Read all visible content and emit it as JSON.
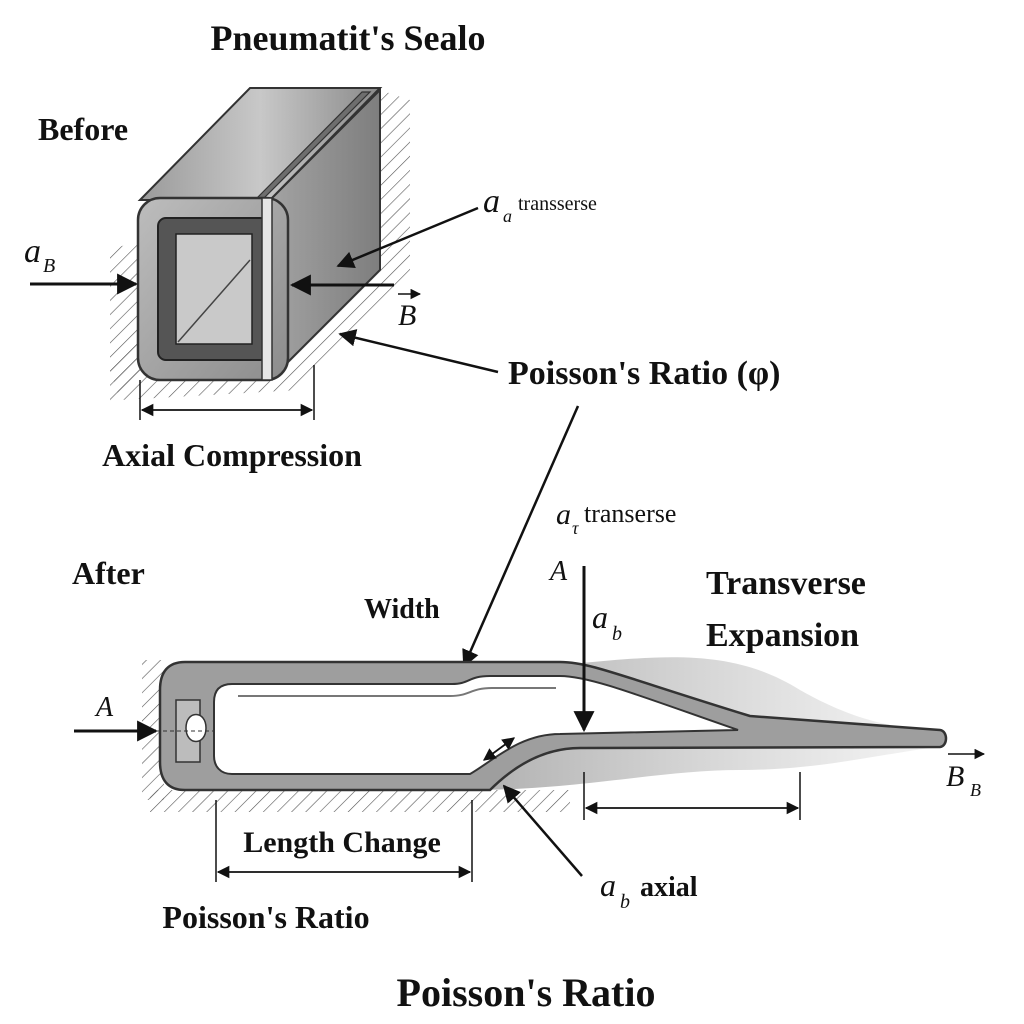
{
  "title": "Pneumatit's Sealo",
  "before": {
    "heading": "Before",
    "force_left": {
      "symbol": "a",
      "subscript": "B"
    },
    "force_right": {
      "symbol": "B"
    },
    "transverse_label": {
      "symbol": "a",
      "subscript": "a",
      "text": "transserse"
    },
    "axial_label": "Axial Compression"
  },
  "poisson_label": "Poisson's Ratio (φ)",
  "after": {
    "heading": "After",
    "width_label": "Width",
    "transverse_label": {
      "symbol": "a",
      "subscript": "τ",
      "text": "transerse"
    },
    "point_a_top": "A",
    "point_a_left": "A",
    "force_b": {
      "symbol": "a",
      "subscript": "b"
    },
    "expansion_line1": "Transverse",
    "expansion_line2": "Expansion",
    "end_label": {
      "symbol": "B",
      "subscript": "B"
    },
    "length_change": "Length Change",
    "axial_label": {
      "symbol": "a",
      "subscript": "b",
      "text": "axial"
    },
    "ratio_label": "Poisson's Ratio"
  },
  "caption": "Poisson's Ratio"
}
